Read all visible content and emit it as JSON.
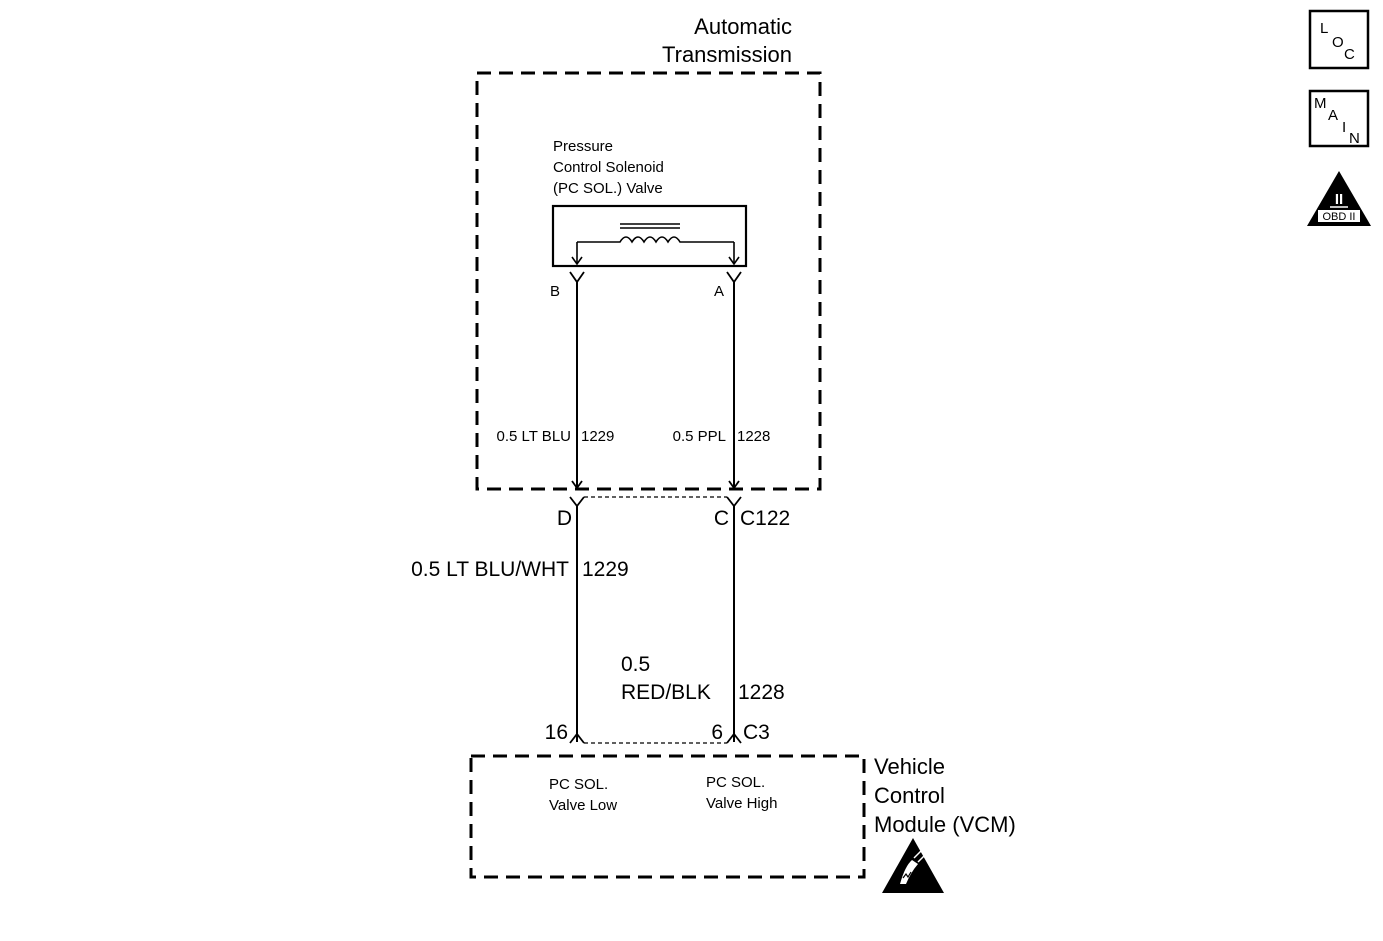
{
  "transmission": {
    "title_line1": "Automatic",
    "title_line2": "Transmission"
  },
  "solenoid": {
    "label_line1": "Pressure",
    "label_line2": "Control Solenoid",
    "label_line3": "(PC SOL.) Valve",
    "terminal_b": "B",
    "terminal_a": "A"
  },
  "internal_wires": {
    "left": {
      "gauge_color": "0.5 LT BLU",
      "circuit": "1229"
    },
    "right": {
      "gauge_color": "0.5 PPL",
      "circuit": "1228"
    }
  },
  "connector_c122": {
    "name": "C122",
    "pin_left": "D",
    "pin_right": "C"
  },
  "harness_wires": {
    "left": {
      "gauge_color": "0.5 LT BLU/WHT",
      "circuit": "1229"
    },
    "right": {
      "gauge": "0.5",
      "color": "RED/BLK",
      "circuit": "1228"
    }
  },
  "connector_c3": {
    "name": "C3",
    "pin_left": "16",
    "pin_right": "6"
  },
  "vcm": {
    "title_line1": "Vehicle",
    "title_line2": "Control",
    "title_line3": "Module (VCM)",
    "low_line1": "PC SOL.",
    "low_line2": "Valve Low",
    "high_line1": "PC SOL.",
    "high_line2": "Valve High"
  },
  "nav": {
    "loc": {
      "l1": "L",
      "l2": "O",
      "l3": "C"
    },
    "main": {
      "l1": "M",
      "l2": "A",
      "l3": "I",
      "l4": "N"
    },
    "obd": {
      "numeral": "II",
      "label": "OBD II"
    }
  },
  "icons": {
    "esd": "esd-warning-icon"
  }
}
